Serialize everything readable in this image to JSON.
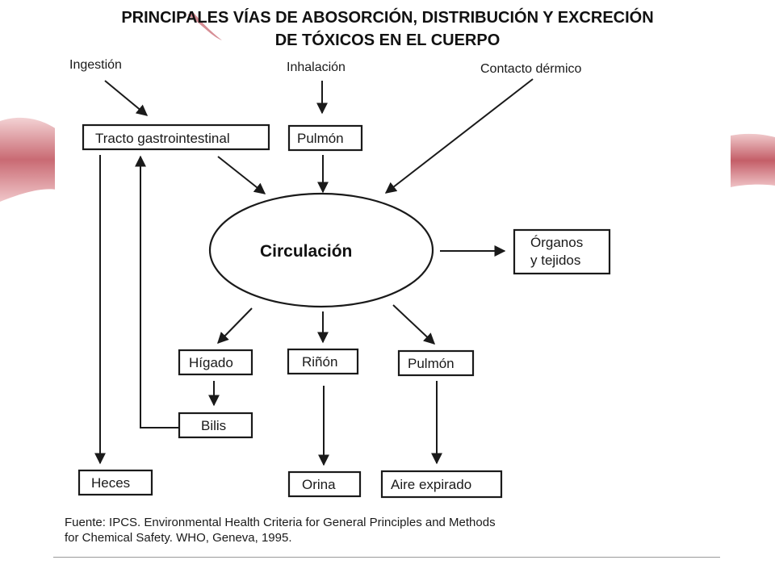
{
  "title": {
    "line1": "PRINCIPALES VÍAS DE ABOSORCIÓN, DISTRIBUCIÓN Y EXCRECIÓN",
    "line2": "DE TÓXICOS EN EL CUERPO"
  },
  "diagram": {
    "routes": {
      "ingestion": "Ingestión",
      "inhalation": "Inhalación",
      "dermal": "Contacto dérmico"
    },
    "nodes": {
      "gi_tract": "Tracto gastrointestinal",
      "lung_in": "Pulmón",
      "circulation": "Circulación",
      "organs_line1": "Órganos",
      "organs_line2": "y tejidos",
      "liver": "Hígado",
      "kidney": "Riñón",
      "lung_out": "Pulmón",
      "bile": "Bilis",
      "feces": "Heces",
      "urine": "Orina",
      "expired_air": "Aire expirado"
    }
  },
  "source": {
    "line1": "Fuente:  IPCS. Environmental Health Criteria for General Principles and Methods",
    "line2": "for Chemical Safety. WHO, Geneva, 1995."
  },
  "colors": {
    "decor_pink": "#d9a0a4",
    "decor_red": "#c0525d",
    "ink": "#1a1a1a"
  }
}
